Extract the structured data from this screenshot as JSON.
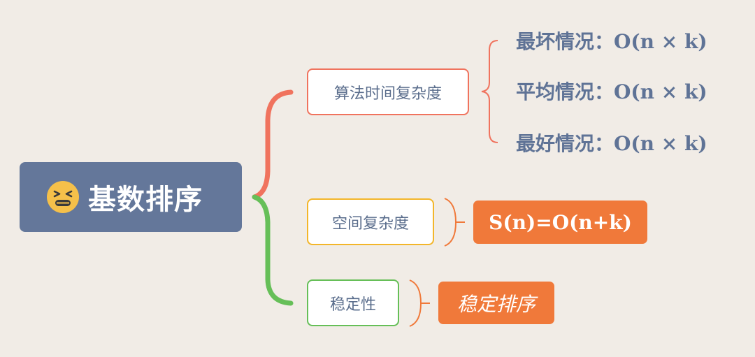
{
  "root": {
    "emoji": "persevering-face-icon",
    "title": "基数排序"
  },
  "branches": {
    "time": {
      "label": "算法时间复杂度",
      "color": "#f0735e"
    },
    "space": {
      "label": "空间复杂度",
      "color": "#f3b62a"
    },
    "stability": {
      "label": "稳定性",
      "color": "#66bf58"
    }
  },
  "time_cases": [
    {
      "label": "最坏情况：",
      "value": "O(n × k)"
    },
    {
      "label": "平均情况：",
      "value": "O(n × k)"
    },
    {
      "label": "最好情况：",
      "value": "O(n × k)"
    }
  ],
  "space_result": "S(n)=O(n+k)",
  "stability_result": "稳定排序",
  "colors": {
    "background": "#f1ece6",
    "root": "#64779a",
    "result": "#f0793a",
    "text": "#5f7396"
  }
}
